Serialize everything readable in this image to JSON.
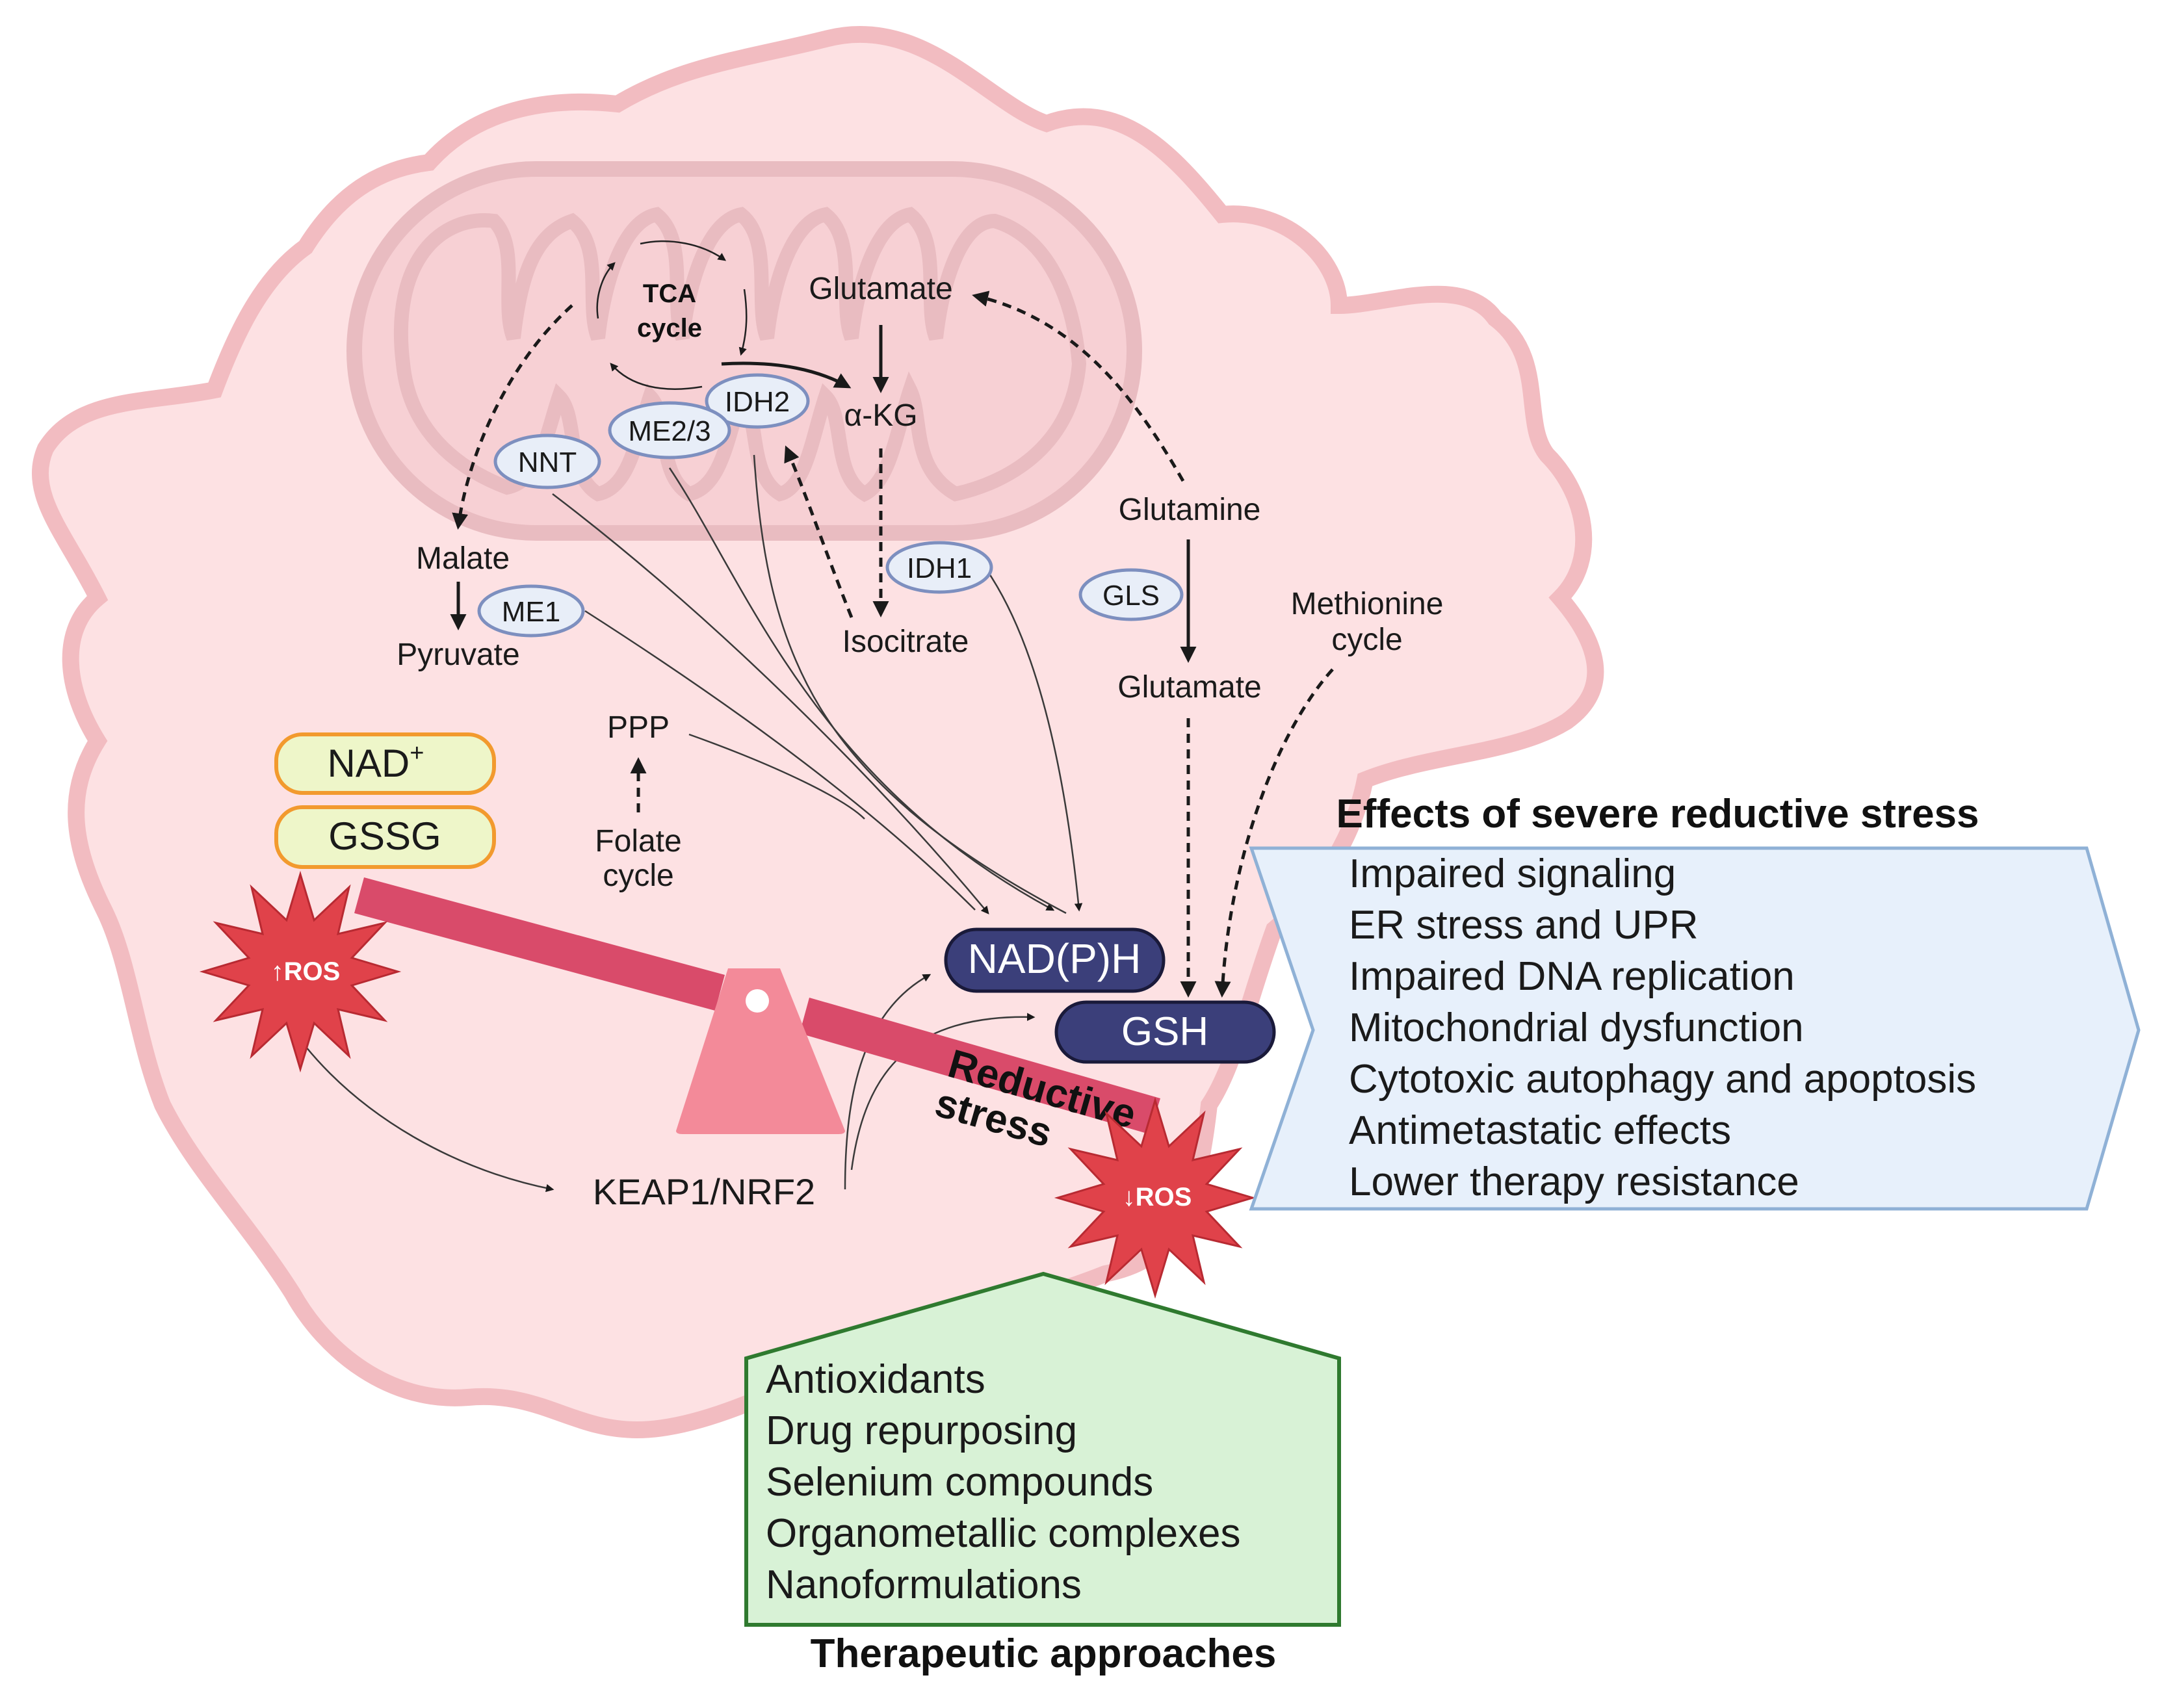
{
  "colors": {
    "cell_fill": "#fde1e3",
    "cell_edge": "#f2bcc1",
    "mito_fill": "#f7d0d4",
    "mito_edge": "#e9bcc1",
    "enzyme_fill": "#e8eef8",
    "enzyme_edge": "#7d8fbf",
    "cofactor_fill": "#eef6c9",
    "cofactor_edge": "#f29a2e",
    "reduced_fill": "#3b3f7a",
    "beam": "#d94b6a",
    "fulcrum": "#f38a99",
    "ros_fill": "#e0424a",
    "effects_fill": "#e7f0fb",
    "effects_edge": "#8fb1d6",
    "therapy_fill": "#d8f2d6",
    "therapy_edge": "#2f7a2f"
  },
  "metabolites": {
    "tca": [
      "TCA",
      "cycle"
    ],
    "glutamate_mito": "Glutamate",
    "akg": "α-KG",
    "glutamine": "Glutamine",
    "malate": "Malate",
    "pyruvate": "Pyruvate",
    "isocitrate": "Isocitrate",
    "glutamate_cyto": "Glutamate",
    "methionine": [
      "Methionine",
      "cycle"
    ],
    "ppp": "PPP",
    "folate": [
      "Folate",
      "cycle"
    ],
    "keap": "KEAP1/NRF2"
  },
  "enzymes": {
    "idh2": "IDH2",
    "me23": "ME2/3",
    "nnt": "NNT",
    "me1": "ME1",
    "idh1": "IDH1",
    "gls": "GLS"
  },
  "cofactors": {
    "nad": "NAD",
    "nad_sup": "+",
    "gssg": "GSSG",
    "nadph": "NAD(P)H",
    "gsh": "GSH"
  },
  "ros": {
    "up": "↑ROS",
    "down": "↓ROS"
  },
  "reductive": [
    "Reductive",
    "stress"
  ],
  "effects": {
    "title": "Effects of severe reductive stress",
    "items": [
      "Impaired signaling",
      "ER stress and UPR",
      "Impaired DNA replication",
      "Mitochondrial dysfunction",
      "Cytotoxic autophagy and apoptosis",
      "Antimetastatic effects",
      "Lower therapy resistance"
    ]
  },
  "therapy": {
    "title": "Therapeutic approaches",
    "items": [
      "Antioxidants",
      "Drug repurposing",
      "Selenium compounds",
      "Organometallic complexes",
      "Nanoformulations"
    ]
  }
}
